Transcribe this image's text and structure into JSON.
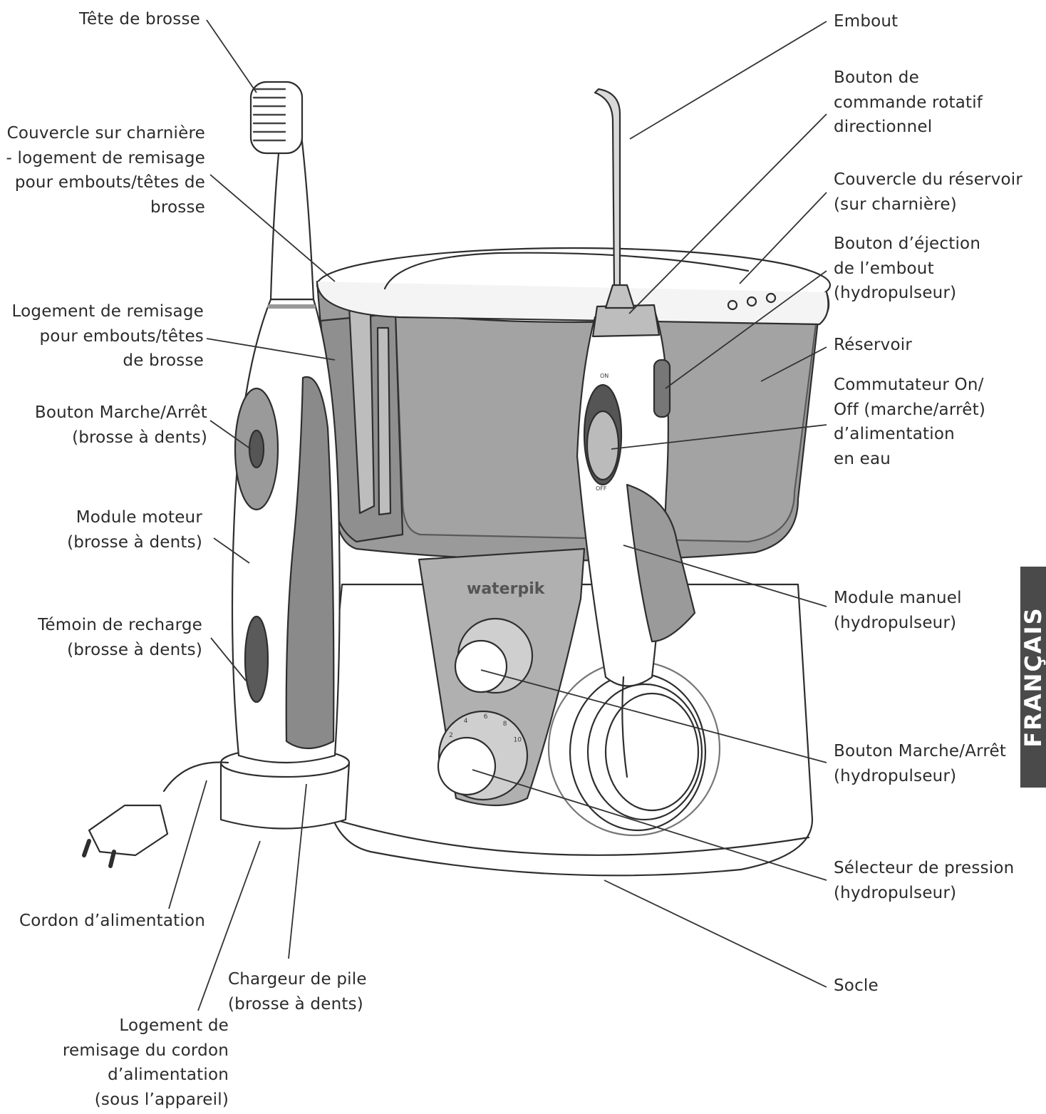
{
  "brand": "waterpik",
  "side_tab": "FRANÇAIS",
  "handle_marks": {
    "on": "ON",
    "off": "OFF"
  },
  "dial_marks": [
    "2",
    "4",
    "6",
    "8",
    "10"
  ],
  "labels_left": {
    "brush_head": "Tête de brosse",
    "hinged_lid": "Couvercle sur charnière\n- logement de remisage\npour embouts/têtes de\nbrosse",
    "storage": "Logement de remisage\npour embouts/têtes\nde brosse",
    "brush_on_off": "Bouton Marche/Arrêt\n(brosse à dents)",
    "motor_module": "Module moteur\n(brosse à dents)",
    "charge_indicator": "Témoin de recharge\n(brosse à dents)",
    "power_cord": "Cordon d’alimentation",
    "battery_charger": "Chargeur de pile\n(brosse à dents)",
    "cord_storage": "Logement de\nremisage du cordon\nd’alimentation\n(sous l’appareil)"
  },
  "labels_right": {
    "tip": "Embout",
    "rotating_knob": "Bouton de\ncommande rotatif\ndirectionnel",
    "reservoir_lid": "Couvercle du réservoir\n(sur charnière)",
    "eject_button": "Bouton d’éjection\nde l’embout\n(hydropulseur)",
    "reservoir": "Réservoir",
    "water_switch": "Commutateur On/\nOff (marche/arrêt)\nd’alimentation\nen eau",
    "handle": "Module manuel\n(hydropulseur)",
    "flosser_on_off": "Bouton Marche/Arrêt\n(hydropulseur)",
    "pressure": "Sélecteur de pression\n(hydropulseur)",
    "base": "Socle"
  }
}
